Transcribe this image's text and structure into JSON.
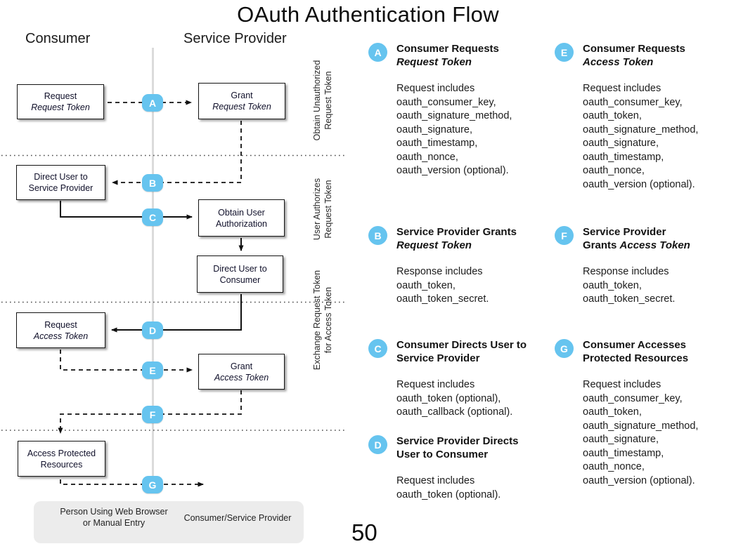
{
  "title": "OAuth Authentication Flow",
  "page_number": "50",
  "colors": {
    "badge_blue": "#66C4EF",
    "box_border": "#141414",
    "lifeline_gray": "#DBDBDB",
    "legend_background": "#ECECEC",
    "background": "#FFFFFF"
  },
  "diagram": {
    "columns": {
      "consumer": "Consumer",
      "service_provider": "Service Provider"
    },
    "step_labels": [
      "A",
      "B",
      "C",
      "D",
      "E",
      "F",
      "G"
    ],
    "boxes": {
      "request_request_token": {
        "line1": "Request",
        "line2": "Request Token"
      },
      "grant_request_token": {
        "line1": "Grant",
        "line2": "Request Token"
      },
      "direct_user_to_service_provider": {
        "line1": "Direct User to",
        "line2": "Service Provider"
      },
      "obtain_user_authorization": {
        "line1": "Obtain User",
        "line2": "Authorization"
      },
      "direct_user_to_consumer": {
        "line1": "Direct User to",
        "line2": "Consumer"
      },
      "request_access_token": {
        "line1": "Request",
        "line2": "Access Token"
      },
      "grant_access_token": {
        "line1": "Grant",
        "line2": "Access Token"
      },
      "access_protected_resources": {
        "line1": "Access Protected",
        "line2": "Resources"
      }
    },
    "phase_labels": [
      {
        "line1": "Obtain Unauthorized",
        "line2": "Request Token"
      },
      {
        "line1": "User Authorizes",
        "line2": "Request Token"
      },
      {
        "line1": "Exchange Request Token",
        "line2": "for Access Token"
      }
    ],
    "legend": {
      "solid_line1": "Person Using Web Browser",
      "solid_line2": "or Manual Entry",
      "dashed_label": "Consumer/Service Provider"
    }
  },
  "annotations": [
    {
      "letter": "A",
      "title": [
        [
          {
            "t": "Consumer Requests"
          }
        ],
        [
          {
            "t": "Request Token",
            "i": true
          }
        ]
      ],
      "body": [
        "Request includes",
        "oauth_consumer_key,",
        "oauth_signature_method,",
        "oauth_signature,",
        "oauth_timestamp,",
        "oauth_nonce,",
        "oauth_version (optional)."
      ]
    },
    {
      "letter": "B",
      "title": [
        [
          {
            "t": "Service Provider Grants"
          }
        ],
        [
          {
            "t": "Request Token",
            "i": true
          }
        ]
      ],
      "body": [
        "Response includes",
        "oauth_token,",
        "oauth_token_secret."
      ]
    },
    {
      "letter": "C",
      "title": [
        [
          {
            "t": "Consumer Directs User to"
          }
        ],
        [
          {
            "t": "Service Provider"
          }
        ]
      ],
      "body": [
        "Request includes",
        "oauth_token (optional),",
        "oauth_callback (optional)."
      ]
    },
    {
      "letter": "D",
      "title": [
        [
          {
            "t": "Service Provider Directs"
          }
        ],
        [
          {
            "t": "User to Consumer"
          }
        ]
      ],
      "body": [
        "Request includes",
        "oauth_token (optional)."
      ]
    },
    {
      "letter": "E",
      "title": [
        [
          {
            "t": "Consumer Requests"
          }
        ],
        [
          {
            "t": "Access Token",
            "i": true
          }
        ]
      ],
      "body": [
        "Request includes",
        "oauth_consumer_key,",
        "oauth_token,",
        "oauth_signature_method,",
        "oauth_signature,",
        "oauth_timestamp,",
        "oauth_nonce,",
        "oauth_version (optional)."
      ]
    },
    {
      "letter": "F",
      "title": [
        [
          {
            "t": "Service Provider"
          }
        ],
        [
          {
            "t": "Grants "
          },
          {
            "t": "Access Token",
            "i": true
          }
        ]
      ],
      "body": [
        "Response includes",
        "oauth_token,",
        "oauth_token_secret."
      ]
    },
    {
      "letter": "G",
      "title": [
        [
          {
            "t": "Consumer Accesses"
          }
        ],
        [
          {
            "t": "Protected Resources"
          }
        ]
      ],
      "body": [
        "Request includes",
        "oauth_consumer_key,",
        "oauth_token,",
        "oauth_signature_method,",
        "oauth_signature,",
        "oauth_timestamp,",
        "oauth_nonce,",
        "oauth_version (optional)."
      ]
    }
  ]
}
